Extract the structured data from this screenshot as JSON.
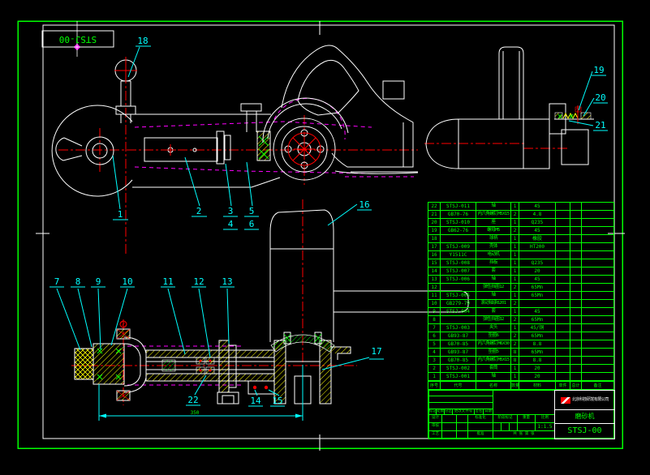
{
  "frame": {
    "corner_label": "STSJ-00"
  },
  "dimension_text": "350",
  "balloons": {
    "b1": "1",
    "b2": "2",
    "b3": "3",
    "b4": "4",
    "b5": "5",
    "b6": "6",
    "b7": "7",
    "b8": "8",
    "b9": "9",
    "b10": "10",
    "b11": "11",
    "b12": "12",
    "b13": "13",
    "b14": "14",
    "b15": "15",
    "b16": "16",
    "b17": "17",
    "b18": "18",
    "b19": "19",
    "b20": "20",
    "b21": "21",
    "b22": "22"
  },
  "colors": {
    "background": "#000000",
    "line_white": "#ffffff",
    "line_green": "#00ff00",
    "line_red": "#ff0000",
    "line_magenta": "#ff00ff",
    "line_cyan": "#00ffff",
    "hatch_yellow": "#ffff00"
  },
  "bom": {
    "headers": [
      "序号",
      "代号",
      "名称",
      "数量",
      "材料",
      "单件",
      "总计",
      "备注"
    ],
    "rows": [
      {
        "no": "22",
        "code": "STSJ-011",
        "name": "轴",
        "qty": "1",
        "mat": "45",
        "unit": "",
        "total": "",
        "note": ""
      },
      {
        "no": "21",
        "code": "GB70-76",
        "name": "内六角螺钉M5X15",
        "qty": "2",
        "mat": "4.8",
        "unit": "",
        "total": "",
        "note": ""
      },
      {
        "no": "20",
        "code": "STSJ-010",
        "name": "座",
        "qty": "1",
        "mat": "Q235",
        "unit": "",
        "total": "",
        "note": ""
      },
      {
        "no": "19",
        "code": "GB62-76",
        "name": "螺母M5",
        "qty": "2",
        "mat": "45",
        "unit": "",
        "total": "",
        "note": ""
      },
      {
        "no": "18",
        "code": "",
        "name": "球柄",
        "qty": "1",
        "mat": "橡胶",
        "unit": "",
        "total": "",
        "note": ""
      },
      {
        "no": "17",
        "code": "STSJ-009",
        "name": "壳体",
        "qty": "1",
        "mat": "HT200",
        "unit": "",
        "total": "",
        "note": ""
      },
      {
        "no": "16",
        "code": "Y1511C",
        "name": "电动机",
        "qty": "1",
        "mat": "",
        "unit": "",
        "total": "",
        "note": ""
      },
      {
        "no": "15",
        "code": "STSJ-008",
        "name": "挡板",
        "qty": "1",
        "mat": "Q235",
        "unit": "",
        "total": "",
        "note": ""
      },
      {
        "no": "14",
        "code": "STSJ-007",
        "name": "套",
        "qty": "1",
        "mat": "20",
        "unit": "",
        "total": "",
        "note": ""
      },
      {
        "no": "13",
        "code": "STSJ-006",
        "name": "轴",
        "qty": "1",
        "mat": "45",
        "unit": "",
        "total": "",
        "note": ""
      },
      {
        "no": "12",
        "code": "",
        "name": "弹性挡圈12",
        "qty": "2",
        "mat": "65Mn",
        "unit": "",
        "total": "",
        "note": ""
      },
      {
        "no": "11",
        "code": "STSJ-005",
        "name": "轴",
        "qty": "1",
        "mat": "65Mn",
        "unit": "",
        "total": "",
        "note": ""
      },
      {
        "no": "10",
        "code": "GB279-79",
        "name": "滚动轴承6201",
        "qty": "2",
        "mat": "",
        "unit": "",
        "total": "",
        "note": ""
      },
      {
        "no": "9",
        "code": "STSJ-004",
        "name": "套",
        "qty": "1",
        "mat": "45",
        "unit": "",
        "total": "",
        "note": ""
      },
      {
        "no": "8",
        "code": "",
        "name": "弹性挡圈32",
        "qty": "2",
        "mat": "65Mn",
        "unit": "",
        "total": "",
        "note": ""
      },
      {
        "no": "7",
        "code": "STSJ-003",
        "name": "夹头",
        "qty": "1",
        "mat": "45/铜",
        "unit": "",
        "total": "",
        "note": ""
      },
      {
        "no": "6",
        "code": "GB93-87",
        "name": "垫圈6",
        "qty": "2",
        "mat": "65Mn",
        "unit": "",
        "total": "",
        "note": ""
      },
      {
        "no": "5",
        "code": "GB70-85",
        "name": "内六角螺钉M6X30",
        "qty": "2",
        "mat": "8.8",
        "unit": "",
        "total": "",
        "note": ""
      },
      {
        "no": "4",
        "code": "GB93-87",
        "name": "垫圈5",
        "qty": "8",
        "mat": "65Mn",
        "unit": "",
        "total": "",
        "note": ""
      },
      {
        "no": "3",
        "code": "GB70-85",
        "name": "内六角螺钉M5X15",
        "qty": "8",
        "mat": "8.8",
        "unit": "",
        "total": "",
        "note": ""
      },
      {
        "no": "2",
        "code": "STSJ-002",
        "name": "套筒",
        "qty": "1",
        "mat": "20",
        "unit": "",
        "total": "",
        "note": ""
      },
      {
        "no": "1",
        "code": "STSJ-001",
        "name": "轴",
        "qty": "1",
        "mat": "20",
        "unit": "",
        "total": "",
        "note": ""
      }
    ]
  },
  "title_block": {
    "company": "北京科技研发有限公司",
    "product": "磨砂机",
    "drawing_no": "STSJ-00",
    "scale": "1:1.5",
    "labels": {
      "mark": "标记",
      "count": "处数",
      "zone": "分区",
      "doc_no": "更改文件号",
      "sign": "签名",
      "date": "日期",
      "design": "设计",
      "check": "审核",
      "process": "工艺",
      "standardize": "标准化",
      "approve": "批准",
      "stage_mark": "阶段标记",
      "weight": "重量",
      "scale_label": "比例",
      "sheets": "共 张 第 张"
    }
  }
}
